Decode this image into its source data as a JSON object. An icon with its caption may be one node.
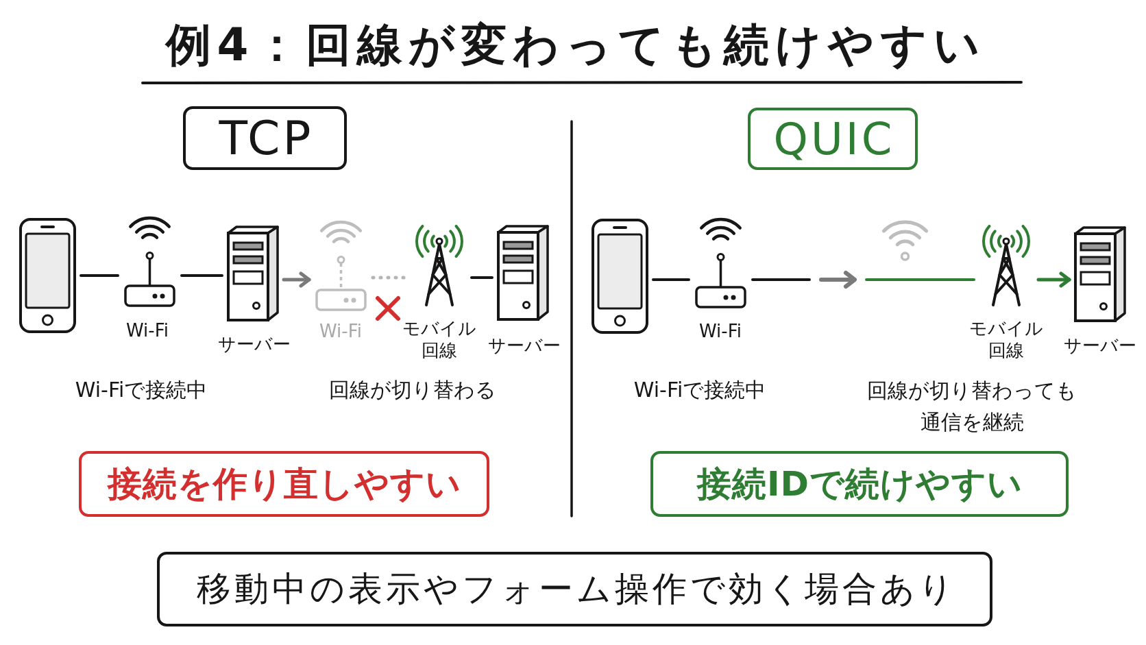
{
  "diagram": {
    "title": "例4：回線が変わっても続けやすい",
    "nodes": [
      {
        "text": [
          "TCP"
        ]
      },
      {
        "text": [
          "QUIC"
        ]
      },
      {
        "text": [],
        "shape": "picture"
      },
      {
        "text": [],
        "shape": "picture",
        "beside": [
          "Wi-Fi"
        ]
      },
      {
        "text": [],
        "shape": "picture",
        "beside": [
          "サーバー"
        ]
      },
      {
        "text": [],
        "shape": "picture",
        "beside": [
          "Wi-Fi"
        ]
      },
      {
        "text": [],
        "shape": "picture",
        "beside": [
          "モバイル回線"
        ]
      },
      {
        "text": [],
        "shape": "picture",
        "beside": [
          "サーバー"
        ]
      },
      {
        "text": [],
        "shape": "picture"
      },
      {
        "text": [],
        "shape": "picture",
        "beside": [
          "Wi-Fi"
        ]
      },
      {
        "text": [],
        "shape": "picture"
      },
      {
        "text": [],
        "shape": "picture",
        "beside": [
          "モバイル回線"
        ]
      },
      {
        "text": [],
        "shape": "picture",
        "beside": [
          "サーバー"
        ]
      },
      {
        "text": [
          "接続を作り直しやすい"
        ]
      },
      {
        "text": [
          "接続IDで続けやすい"
        ]
      },
      {
        "text": [
          "移動中の表示やフォーム操作で効く場合あり"
        ]
      }
    ],
    "edges": [
      {
        "from": 2,
        "to": 3,
        "arrow": "none"
      },
      {
        "from": 3,
        "to": 4,
        "arrow": "none"
      },
      {
        "from": 4,
        "to": 5,
        "arrow": "to",
        "color": "#7a7a7a"
      },
      {
        "from": 5,
        "to": 6,
        "arrow": "none",
        "style": "dashed",
        "color": "#b5b5b5"
      },
      {
        "from": 6,
        "to": 7,
        "arrow": "none"
      },
      {
        "from": 8,
        "to": 9,
        "arrow": "none"
      },
      {
        "from": 9,
        "to": null,
        "arrow": "none"
      },
      {
        "from": null,
        "to": 11,
        "arrow": "none",
        "color": "#2e7d32"
      },
      {
        "from": 11,
        "to": 12,
        "arrow": "to",
        "color": "#2e7d32"
      }
    ],
    "labels": [
      "Wi-Fiで接続中",
      "回線が切り替わる",
      "Wi-Fiで接続中",
      "回線が切り替わっても通信を継続"
    ]
  }
}
